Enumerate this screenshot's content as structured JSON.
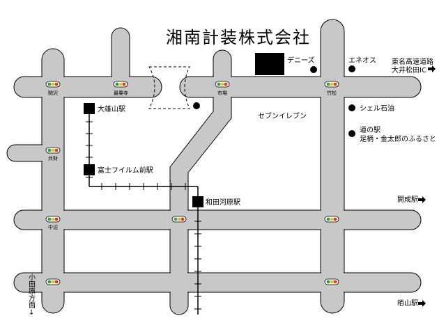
{
  "map": {
    "title": "湘南計装株式会社",
    "colors": {
      "road": "#c8c8c8",
      "outline": "#000000",
      "light_red": "#e23a2a",
      "light_yellow": "#f2c21c",
      "light_green": "#2aa54a"
    },
    "stations": [
      {
        "id": "ohyama",
        "label": "大雄山駅"
      },
      {
        "id": "fuji",
        "label": "富士フイルム前駅"
      },
      {
        "id": "wadagahara",
        "label": "和田河原駅"
      }
    ],
    "landmarks": [
      {
        "id": "dennys",
        "label": "デニーズ"
      },
      {
        "id": "eneos",
        "label": "エネオス"
      },
      {
        "id": "seven",
        "label": "セブンイレブン"
      },
      {
        "id": "shell",
        "label": "シェル石油"
      },
      {
        "id": "michinoeki",
        "label": "道の駅"
      },
      {
        "id": "kintaro",
        "label": "足柄・金太郎のふるさと"
      }
    ],
    "directions": {
      "tomei_1": "東名高速道路",
      "tomei_2": "大井松田IC",
      "kaisei": "開成駅",
      "tsuruyama": "栢山駅",
      "odawara": [
        "小",
        "田",
        "原",
        "方",
        "面",
        "↓"
      ]
    },
    "intersections": {
      "sekisawa": "関沢",
      "saijoji": "最乗寺",
      "ichiba": "市場",
      "takematsu": "竹松",
      "benzai": "弁財",
      "nakanuma": "中沼"
    }
  }
}
